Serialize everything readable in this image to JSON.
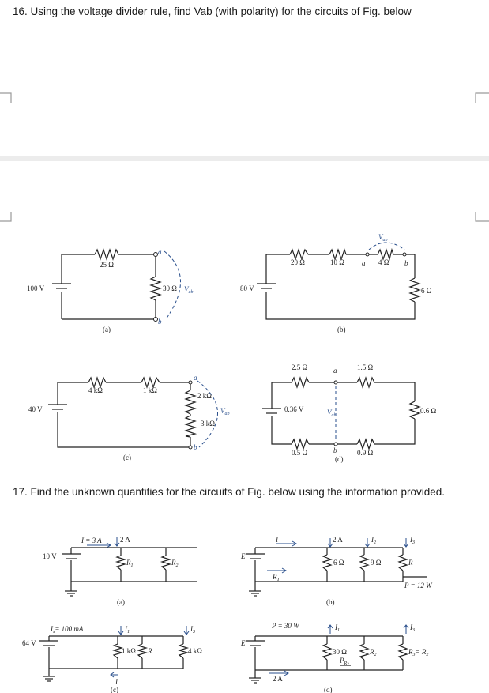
{
  "q16": {
    "text": "16. Using the voltage divider rule, find Vab (with polarity) for the circuits of Fig. below"
  },
  "q17": {
    "text": "17. Find the unknown quantities for the circuits of Fig. below using the information provided."
  },
  "fig16": {
    "a": {
      "source": "100 V",
      "r1": "25 Ω",
      "r2": "30 Ω",
      "vab": "V",
      "vab_sub": "ab",
      "node_a": "a",
      "node_b": "b",
      "caption": "(a)"
    },
    "b": {
      "source": "80 V",
      "r1": "20 Ω",
      "r2": "10 Ω",
      "r3": "4 Ω",
      "r4": "6 Ω",
      "vab": "V",
      "vab_sub": "ab",
      "node_a": "a",
      "node_b": "b",
      "caption": "(b)"
    },
    "c": {
      "source": "40 V",
      "r1": "4 kΩ",
      "r2": "1 kΩ",
      "r3": "2 kΩ",
      "r4": "3 kΩ",
      "vab": "V",
      "vab_sub": "ab",
      "node_a": "a",
      "node_b": "b",
      "caption": "(c)"
    },
    "d": {
      "source": "0.36 V",
      "r1": "2.5 Ω",
      "r2": "1.5 Ω",
      "r3": "0.5 Ω",
      "r4": "0.9 Ω",
      "r5": "0.6 Ω",
      "vab": "V",
      "vab_sub": "ab",
      "node_a": "a",
      "node_b": "b",
      "caption": "(d)"
    }
  },
  "fig17": {
    "a": {
      "source": "10 V",
      "current": "I = 3 A",
      "branch_current": "2 A",
      "r1": "R",
      "r1_sub": "1",
      "r2": "R",
      "r2_sub": "2",
      "caption": "(a)"
    },
    "b": {
      "source": "E",
      "current": "I",
      "rt": "R",
      "rt_sub": "T",
      "i1": "2 A",
      "r1": "6 Ω",
      "i2": "I",
      "i2_sub": "2",
      "r2": "9 Ω",
      "i3": "I",
      "i3_sub": "3",
      "r3": "R",
      "power": "P = 12 W",
      "caption": "(b)"
    },
    "c": {
      "source": "64 V",
      "is": "I",
      "is_sub": "s",
      "is_val": "= 100 mA",
      "i1": "I",
      "i1_sub": "1",
      "r1": "1 kΩ",
      "r2": "R",
      "i3": "I",
      "i3_sub": "3",
      "r3": "4 kΩ",
      "itot": "I",
      "caption": "(c)"
    },
    "d": {
      "source": "E",
      "power": "P = 30 W",
      "cur": "2 A",
      "i1": "I",
      "i1_sub": "1",
      "r1": "30 Ω",
      "pr2": "P",
      "pr2_sub": "R",
      "pr2_sub2": "2",
      "r2": "R",
      "r2_sub": "2",
      "i3": "I",
      "i3_sub": "3",
      "r3": "R",
      "r3_sub": "3",
      "r3_eq": "= R",
      "r3_eq_sub": "2",
      "caption": "(d)"
    }
  }
}
